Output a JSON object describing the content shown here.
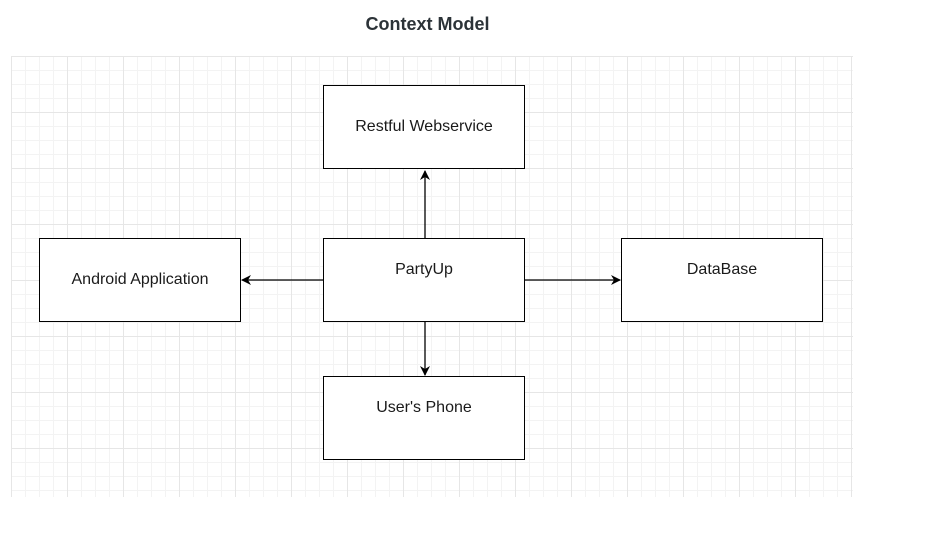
{
  "title": "Context Model",
  "nodes": {
    "restful": "Restful Webservice",
    "partyup": "PartyUp",
    "android": "Android Application",
    "database": "DataBase",
    "phone": "User's Phone"
  }
}
